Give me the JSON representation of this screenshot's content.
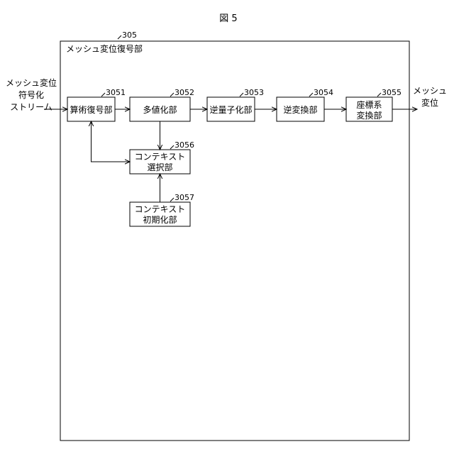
{
  "figure_title": "図 5",
  "outer": {
    "label": "メッシュ変位復号部",
    "ref": "305"
  },
  "input": {
    "lines": [
      "メッシュ変位",
      "符号化",
      "ストリーム"
    ]
  },
  "output": {
    "lines": [
      "メッシュ",
      "変位"
    ]
  },
  "blocks": {
    "arith_decoder": {
      "lines": [
        "算術復号部"
      ],
      "ref": "3051"
    },
    "multivalue": {
      "lines": [
        "多値化部"
      ],
      "ref": "3052"
    },
    "inverse_quantizer": {
      "lines": [
        "逆量子化部"
      ],
      "ref": "3053"
    },
    "inverse_transform": {
      "lines": [
        "逆変換部"
      ],
      "ref": "3054"
    },
    "coord_transform": {
      "lines": [
        "座標系",
        "変換部"
      ],
      "ref": "3055"
    },
    "context_select": {
      "lines": [
        "コンテキスト",
        "選択部"
      ],
      "ref": "3056"
    },
    "context_init": {
      "lines": [
        "コンテキスト",
        "初期化部"
      ],
      "ref": "3057"
    }
  }
}
